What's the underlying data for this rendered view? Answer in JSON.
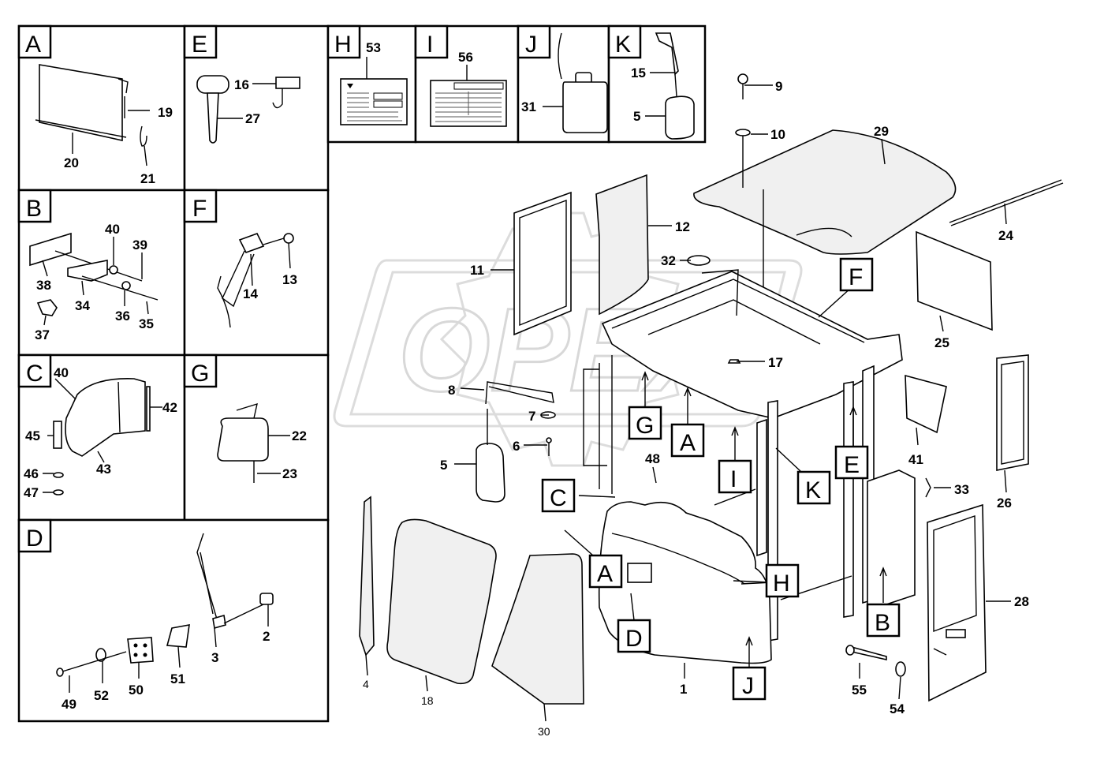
{
  "watermark": "OPEX",
  "panels": [
    {
      "letter": "A",
      "parts": [
        "19",
        "20",
        "21"
      ]
    },
    {
      "letter": "E",
      "parts": [
        "16",
        "27"
      ]
    },
    {
      "letter": "H",
      "parts": [
        "53"
      ]
    },
    {
      "letter": "I",
      "parts": [
        "56"
      ]
    },
    {
      "letter": "J",
      "parts": [
        "31"
      ]
    },
    {
      "letter": "K",
      "parts": [
        "15",
        "5"
      ]
    },
    {
      "letter": "B",
      "parts": [
        "40",
        "39",
        "38",
        "34",
        "36",
        "35",
        "37"
      ]
    },
    {
      "letter": "F",
      "parts": [
        "13",
        "14"
      ]
    },
    {
      "letter": "C",
      "parts": [
        "40",
        "42",
        "45",
        "43",
        "46",
        "47"
      ]
    },
    {
      "letter": "G",
      "parts": [
        "22",
        "23"
      ]
    },
    {
      "letter": "D",
      "parts": [
        "2",
        "3",
        "49",
        "52",
        "50",
        "51"
      ]
    }
  ],
  "main_parts": [
    "9",
    "10",
    "29",
    "24",
    "12",
    "32",
    "11",
    "25",
    "8",
    "17",
    "7",
    "6",
    "5",
    "48",
    "41",
    "33",
    "26",
    "28",
    "4",
    "18",
    "30",
    "1",
    "55",
    "54"
  ],
  "main_tags": [
    "F",
    "G",
    "A",
    "E",
    "I",
    "K",
    "C",
    "A",
    "H",
    "B",
    "D",
    "J"
  ],
  "plate_texts": [
    "53",
    "56"
  ]
}
